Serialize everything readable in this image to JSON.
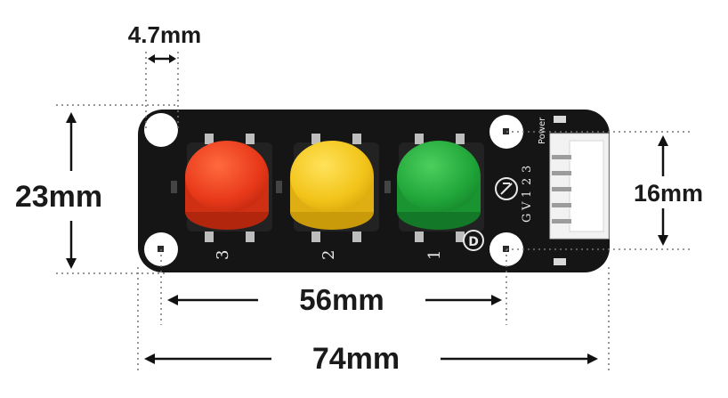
{
  "dimensions": {
    "hole_spacing_small": "4.7mm",
    "board_height": "23mm",
    "connector_height": "16mm",
    "hole_spacing_wide": "56mm",
    "board_width": "74mm"
  },
  "board": {
    "button_labels": [
      "3",
      "2",
      "1"
    ],
    "pin_labels": [
      "G",
      "V",
      "1",
      "2",
      "3"
    ],
    "power_label": "Power",
    "logo_letter": "D"
  },
  "buttons": [
    {
      "name": "red",
      "color": "#e8391a"
    },
    {
      "name": "yellow",
      "color": "#f2c41a"
    },
    {
      "name": "green",
      "color": "#21a63a"
    }
  ]
}
